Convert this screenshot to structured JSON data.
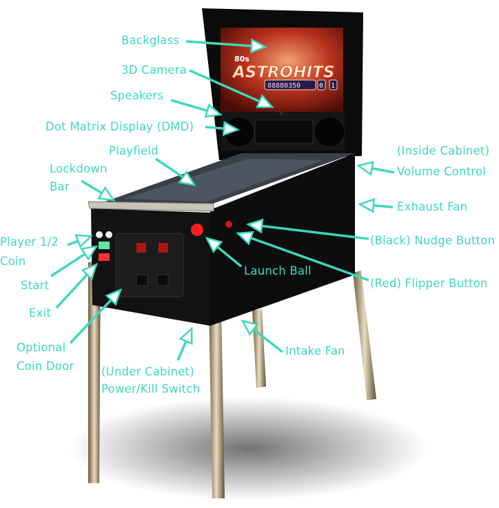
{
  "accent_color": "#3ed8bd",
  "backglass_art": {
    "title": "ASTROHITS",
    "subtitle": "80s",
    "score": "88880350",
    "ball": "0",
    "player": "1"
  },
  "labels": {
    "backglass": "Backglass",
    "camera": "3D Camera",
    "speakers": "Speakers",
    "dmd": "Dot Matrix Display (DMD)",
    "playfield": "Playfield",
    "lockdown_1": "Lockdown",
    "lockdown_2": "Bar",
    "volume_1": "(Inside Cabinet)",
    "volume_2": "Volume Control",
    "exhaust": "Exhaust Fan",
    "player_1": "Player 1/2",
    "player_2": "Coin",
    "start": "Start",
    "exit": "Exit",
    "coin_door_1": "Optional",
    "coin_door_2": "Coin Door",
    "launch": "Launch Ball",
    "nudge": "(Black) Nudge Button",
    "flipper": "(Red) Flipper Button",
    "intake": "Intake Fan",
    "power_1": "(Under Cabinet)",
    "power_2": "Power/Kill Switch"
  }
}
